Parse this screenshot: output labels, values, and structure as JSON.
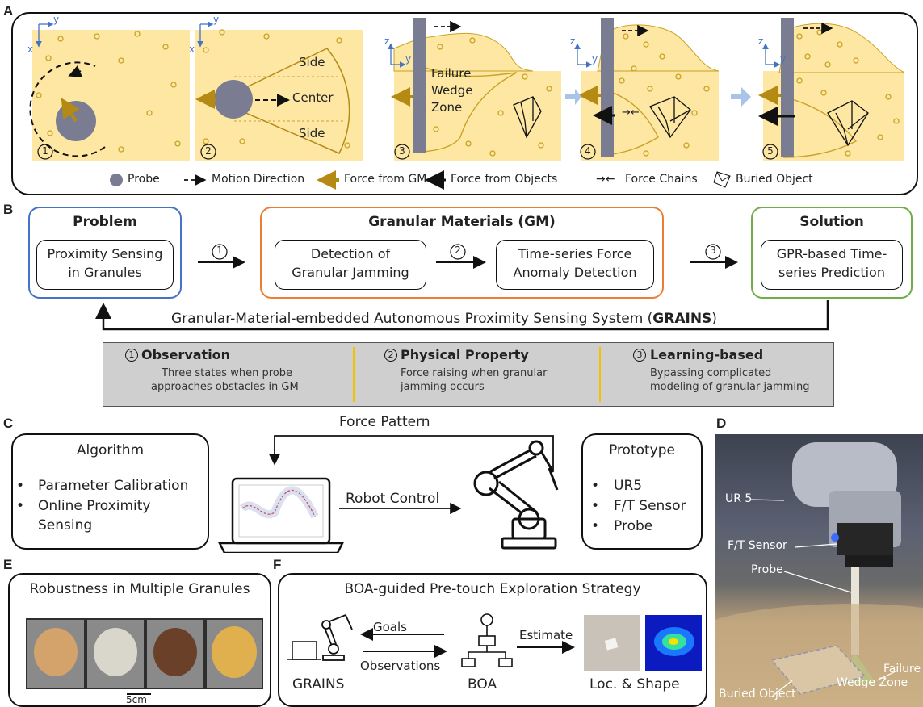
{
  "panels": {
    "a": "A",
    "b": "B",
    "c": "C",
    "d": "D",
    "e": "E",
    "f": "F"
  },
  "panelA": {
    "step_numbers": [
      "1",
      "2",
      "3",
      "4",
      "5"
    ],
    "axis": {
      "x": "x",
      "y": "y",
      "z": "z"
    },
    "fan_labels": {
      "side_top": "Side",
      "center": "Center",
      "side_bottom": "Side"
    },
    "wedge_label": [
      "Failure",
      "Wedge",
      "Zone"
    ],
    "force_chain_symbol": "→←",
    "legend": {
      "probe": "Probe",
      "motion": "Motion Direction",
      "force_gm": "Force from GM",
      "force_objects": "Force from Objects",
      "force_chains": "Force Chains",
      "buried": "Buried Object"
    }
  },
  "panelB": {
    "problem": {
      "title": "Problem",
      "box": [
        "Proximity Sensing",
        "in Granules"
      ]
    },
    "gm": {
      "title": "Granular Materials (GM)",
      "box1": [
        "Detection of",
        "Granular Jamming"
      ],
      "box2": [
        "Time-series Force",
        "Anomaly Detection"
      ]
    },
    "solution": {
      "title": "Solution",
      "box": [
        "GPR-based Time-",
        "series Prediction"
      ]
    },
    "arrow_nums": [
      "1",
      "2",
      "3"
    ],
    "system_prefix": "Granular-Material-embedded Autonomous Proximity Sensing System (",
    "system_bold": "GRAINS",
    "system_suffix": ")",
    "grey": [
      {
        "num": "1",
        "title": "Observation",
        "desc": [
          "Three states when probe",
          "approaches obstacles in GM"
        ]
      },
      {
        "num": "2",
        "title": "Physical Property",
        "desc": [
          "Force raising when granular",
          "jamming occurs"
        ]
      },
      {
        "num": "3",
        "title": "Learning-based",
        "desc": [
          "Bypassing complicated",
          "modeling of granular jamming"
        ]
      }
    ]
  },
  "panelC": {
    "algorithm_title": "Algorithm",
    "algorithm_items": [
      "Parameter Calibration",
      "Online Proximity",
      "Sensing"
    ],
    "force_pattern": "Force Pattern",
    "robot_control": "Robot Control",
    "prototype_title": "Prototype",
    "prototype_items": [
      "UR5",
      "F/T Sensor",
      "Probe"
    ]
  },
  "panelD": {
    "labels": {
      "ur5": "UR 5",
      "ft": "F/T Sensor",
      "probe": "Probe",
      "buried": "Buried Object",
      "failure": "Failure",
      "wedge": "Wedge Zone"
    }
  },
  "panelE": {
    "title": "Robustness in Multiple Granules",
    "scale": "5cm"
  },
  "panelF": {
    "title": "BOA-guided Pre-touch Exploration Strategy",
    "goals": "Goals",
    "observations": "Observations",
    "estimate": "Estimate",
    "grains": "GRAINS",
    "boa": "BOA",
    "loc_shape": "Loc. & Shape"
  },
  "colors": {
    "sand": "#fde7a3",
    "problem_border": "#4472c4",
    "gm_border": "#ed7d31",
    "solution_border": "#70ad47",
    "force_arrow": "#b58a14",
    "probe_grey": "#7a7d91",
    "grey_box": "#cfcfcf",
    "divider": "#f2c200",
    "arrow_light": "#a9c4e8"
  }
}
